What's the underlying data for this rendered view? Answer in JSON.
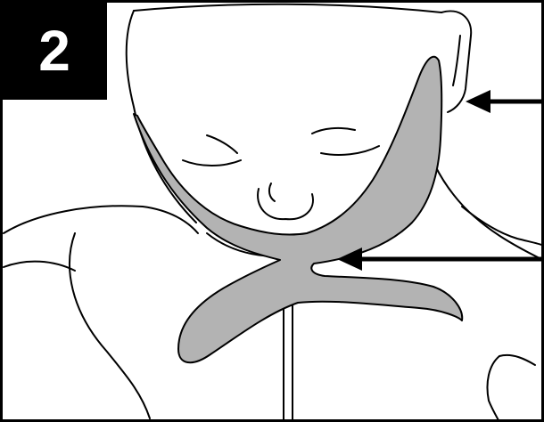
{
  "step": {
    "number": "2"
  },
  "illustration": {
    "subject": "infant-face-with-nasal-cannula-holder",
    "colors": {
      "outline": "#000000",
      "holder_fill": "#b3b3b3",
      "background": "#ffffff"
    }
  },
  "pointers": [
    {
      "name": "ear-pointer-arrow"
    },
    {
      "name": "cannula-pointer-arrow"
    }
  ]
}
